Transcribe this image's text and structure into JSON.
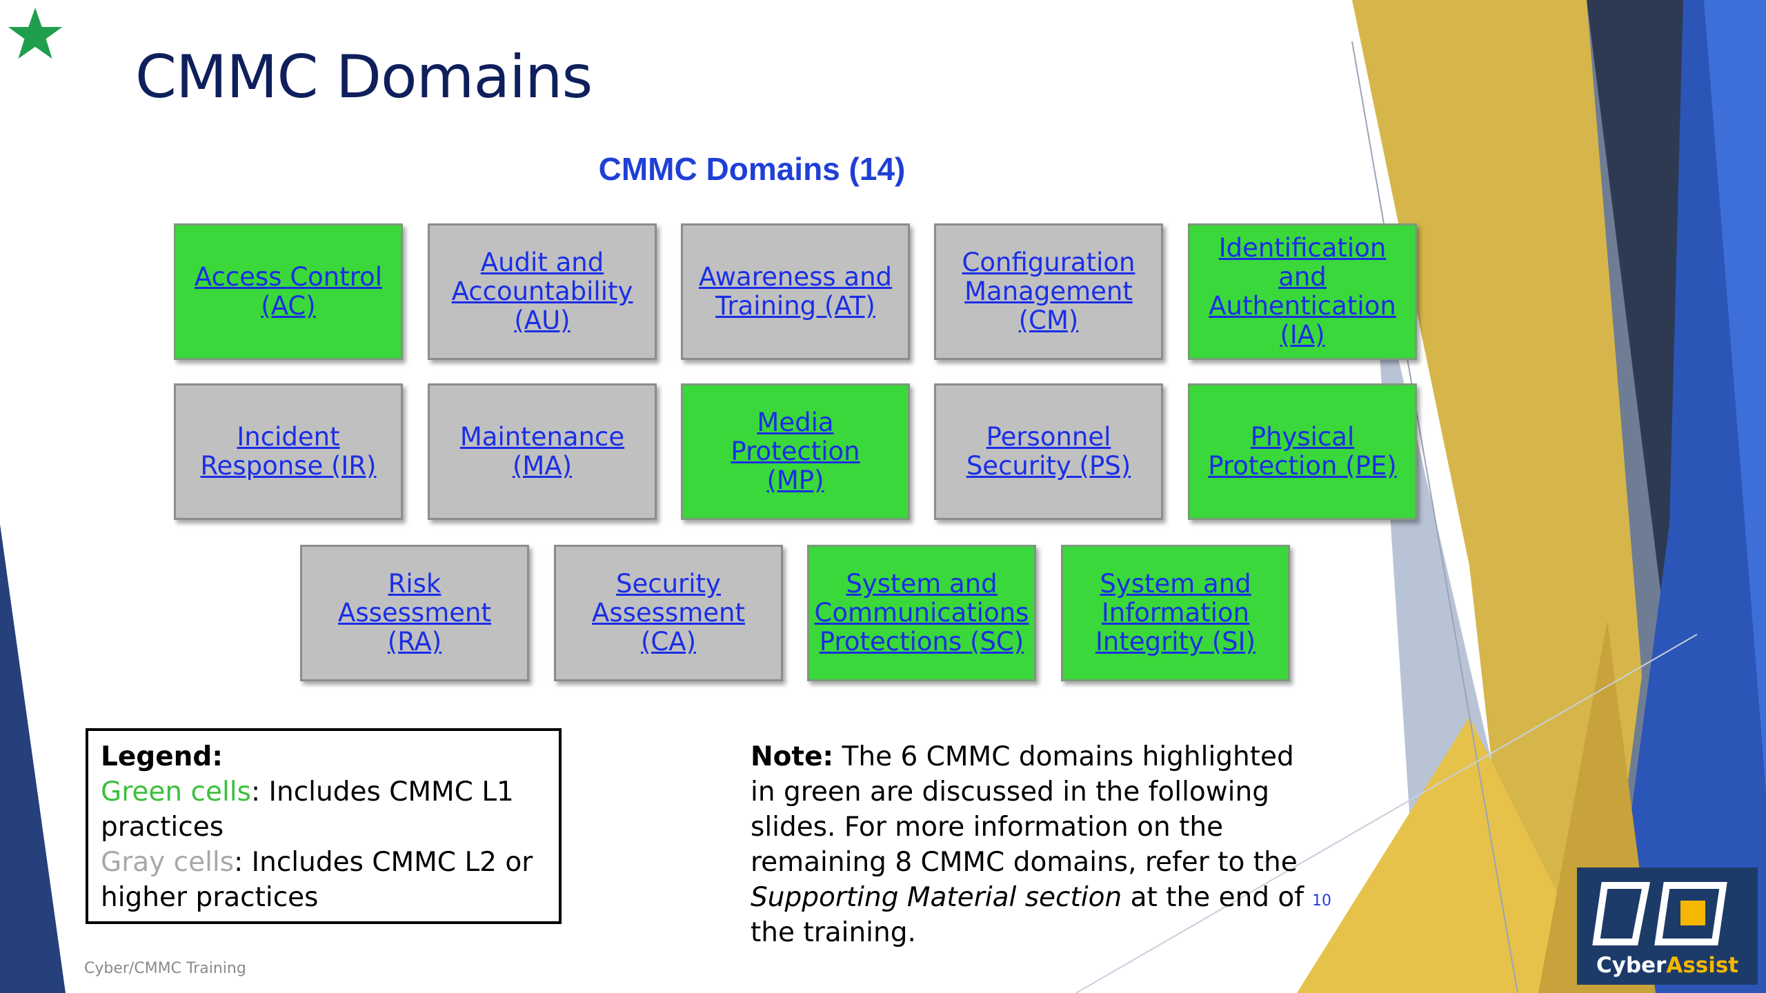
{
  "slide": {
    "title": "CMMC Domains",
    "subtitle": "CMMC Domains (14)"
  },
  "domains": [
    {
      "label": "Access Control\n(AC)",
      "color": "green"
    },
    {
      "label": "Audit and\nAccountability\n(AU)",
      "color": "gray"
    },
    {
      "label": "Awareness and\nTraining (AT)",
      "color": "gray"
    },
    {
      "label": "Configuration\nManagement\n(CM)",
      "color": "gray"
    },
    {
      "label": "Identification\nand\nAuthentication\n(IA)",
      "color": "green"
    },
    {
      "label": "Incident\nResponse (IR)",
      "color": "gray"
    },
    {
      "label": "Maintenance\n(MA)",
      "color": "gray"
    },
    {
      "label": "Media Protection\n(MP)",
      "color": "green"
    },
    {
      "label": "Personnel\nSecurity (PS)",
      "color": "gray"
    },
    {
      "label": "Physical\nProtection (PE)",
      "color": "green"
    },
    {
      "label": "Risk  Assessment\n(RA)",
      "color": "gray"
    },
    {
      "label": "Security\nAssessment (CA)",
      "color": "gray"
    },
    {
      "label": "System and\nCommunications\nProtections (SC)",
      "color": "green"
    },
    {
      "label": "System and\nInformation\nIntegrity (SI)",
      "color": "green"
    }
  ],
  "legend": {
    "title": "Legend:",
    "green_term": "Green cells",
    "green_desc": ": Includes CMMC L1 practices",
    "gray_term": "Gray cells",
    "gray_desc": ": Includes CMMC L2 or higher practices"
  },
  "note": {
    "lead": "Note:",
    "text1": " The 6 CMMC domains highlighted in green are discussed in the following slides. For more information on the remaining 8 CMMC domains, refer to the ",
    "italic": "Supporting Material section",
    "text2": " at the end of the training."
  },
  "page_number": "10",
  "footer": "Cyber/CMMC Training",
  "logo": {
    "brand_part1": "Cyber",
    "brand_part2": "Assist",
    "icon": "cyberassist-logo-icon"
  },
  "colors": {
    "green_cell": "#3ad83a",
    "gray_cell": "#c0c0c0",
    "link": "#1a2ee6",
    "title": "#0f1f5c",
    "subtitle": "#1f3fd6",
    "gold": "#d6b64a",
    "navy": "#1d3b68"
  },
  "icons": {
    "star": "star-icon"
  }
}
